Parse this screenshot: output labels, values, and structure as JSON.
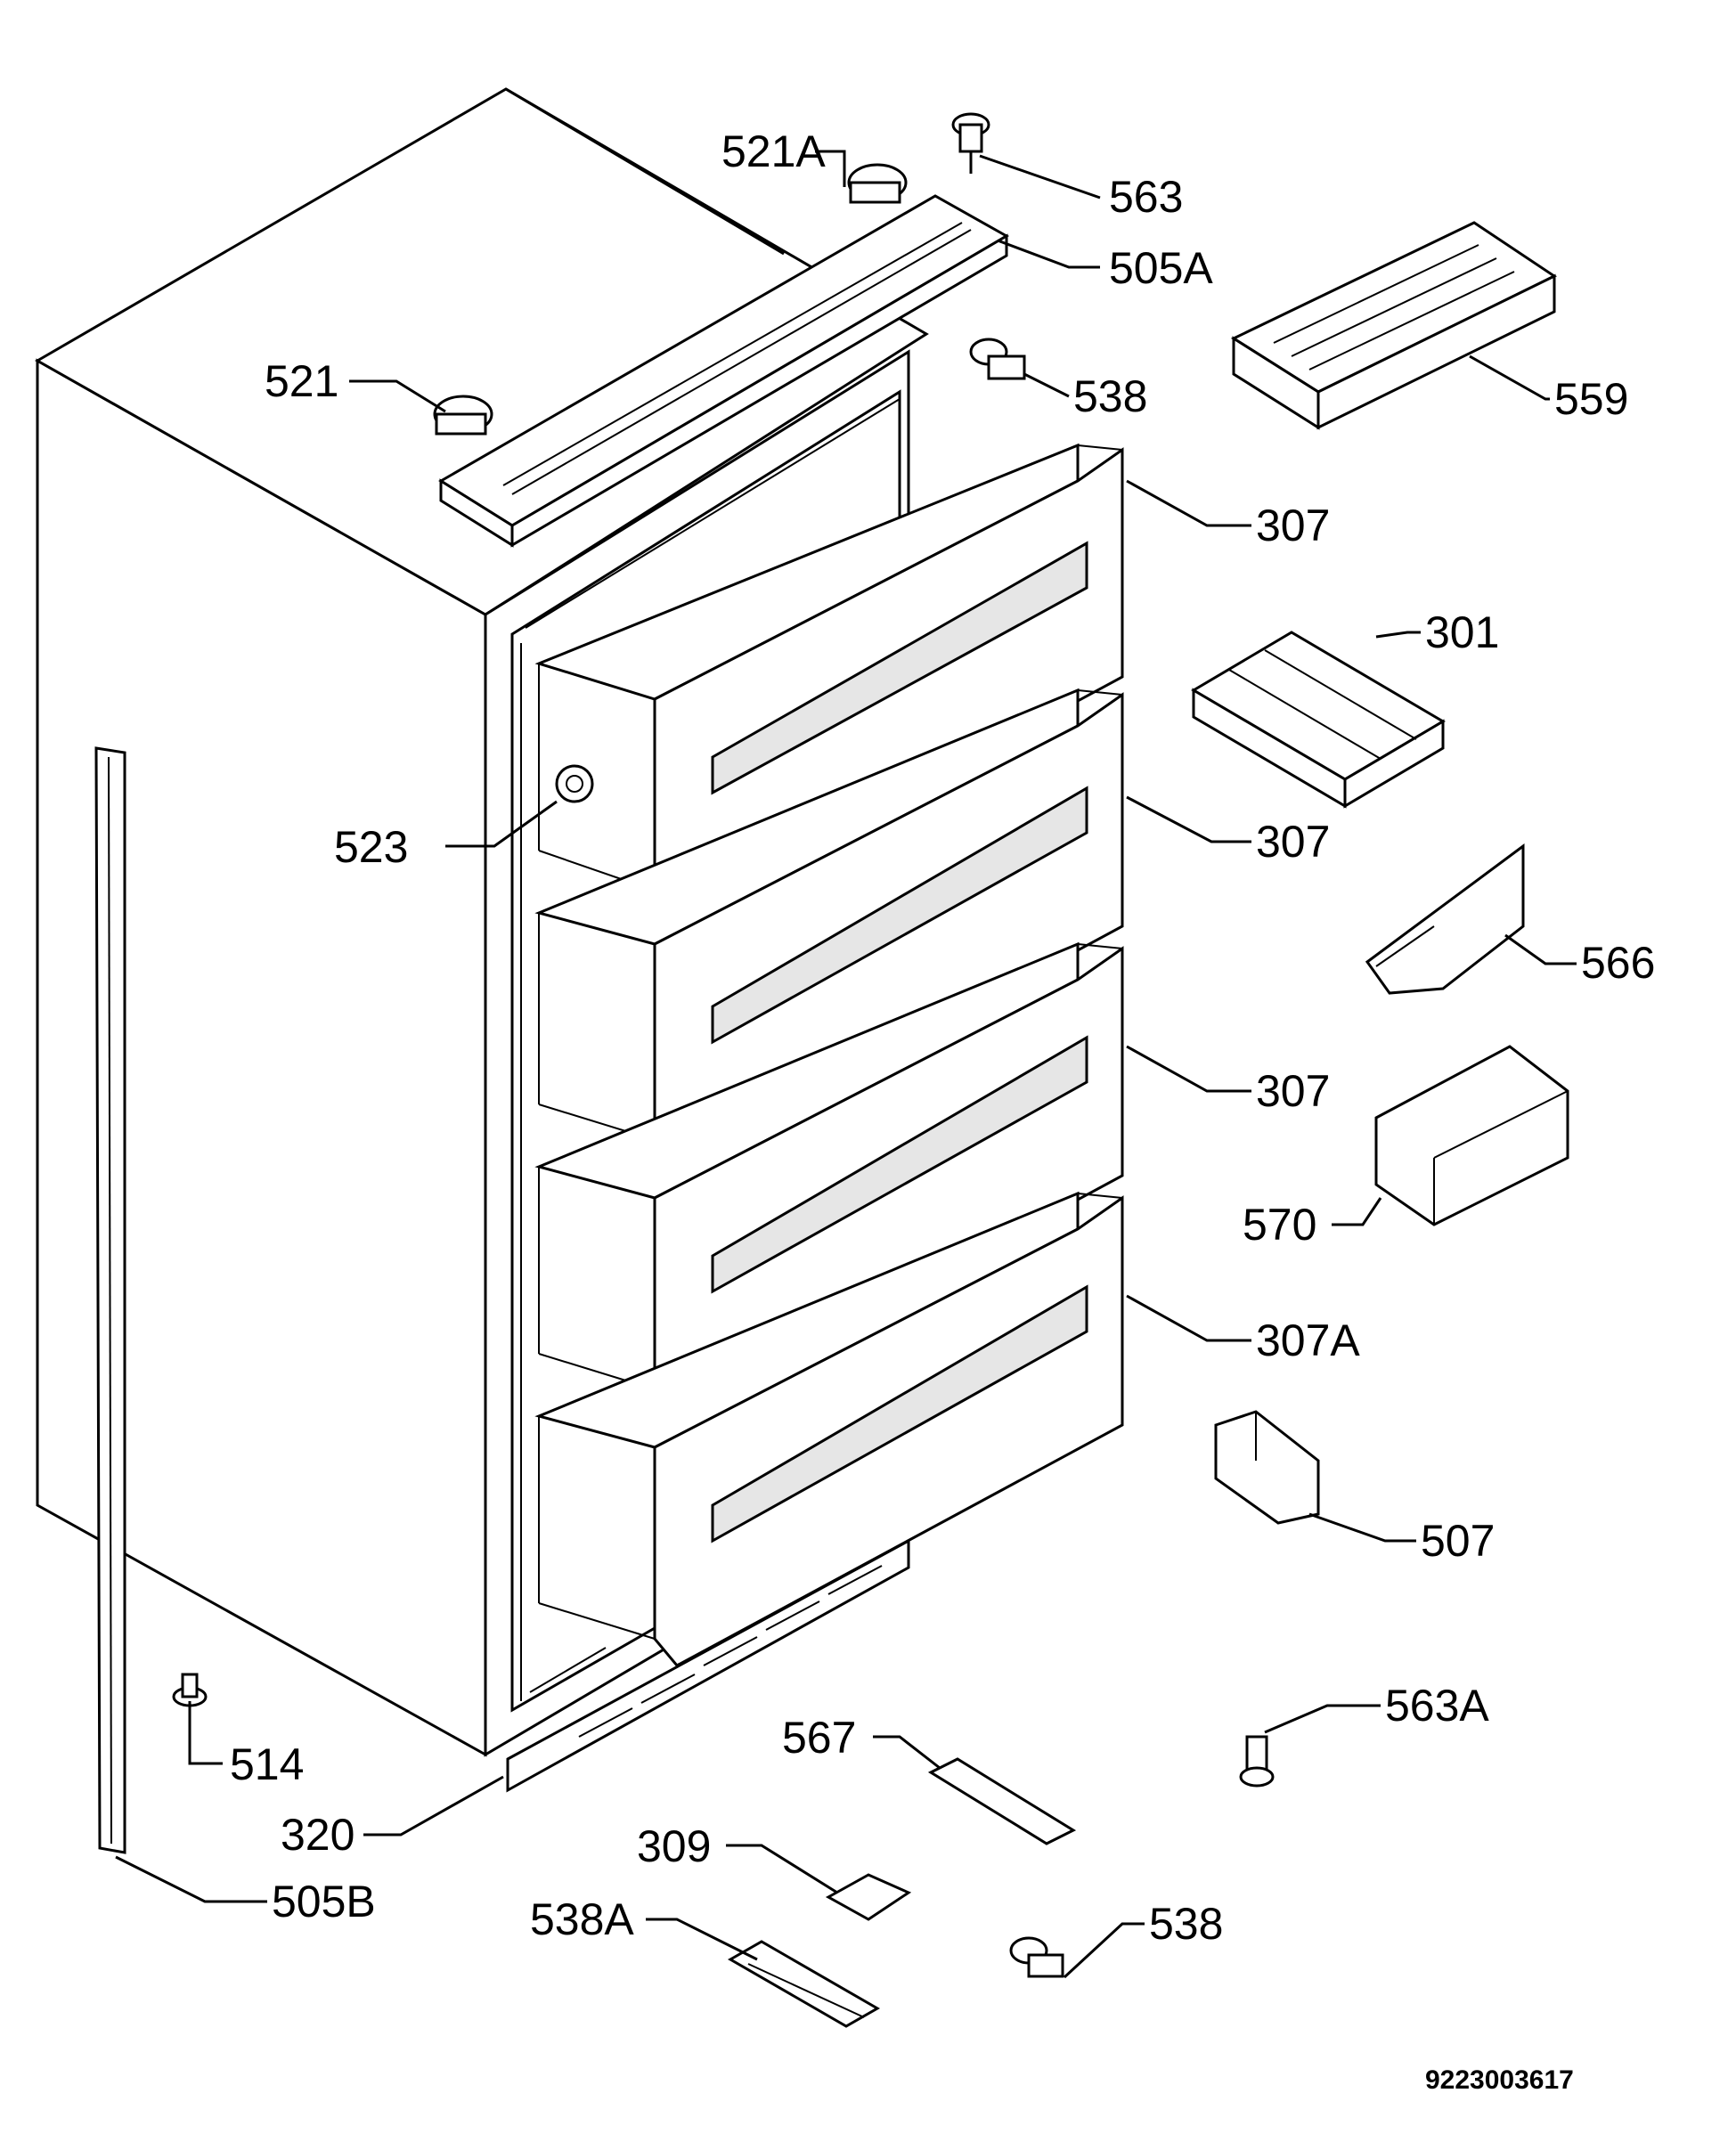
{
  "labels": {
    "l521A": "521A",
    "l563": "563",
    "l505A": "505A",
    "l521": "521",
    "l538_top": "538",
    "l559": "559",
    "l307_1": "307",
    "l301": "301",
    "l523": "523",
    "l307_2": "307",
    "l566": "566",
    "l307_3": "307",
    "l570": "570",
    "l307A": "307A",
    "l507": "507",
    "l563A": "563A",
    "l514": "514",
    "l567": "567",
    "l320": "320",
    "l309": "309",
    "l538A": "538A",
    "l538_bottom": "538",
    "l505B": "505B"
  },
  "document_number": "9223003617"
}
